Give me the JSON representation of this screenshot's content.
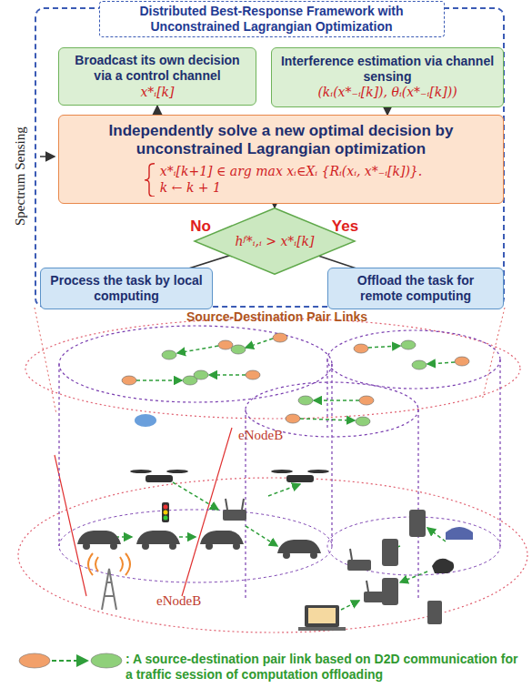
{
  "diagram": {
    "nodes": [
      {
        "text": [
          "Distributed Best-Response Framework with Unconstrained Lagrangian Optimization"
        ]
      },
      {
        "text": [
          "Broadcast its own decision via a control channel",
          "x*ᵢ[k]"
        ],
        "in": 0
      },
      {
        "text": [
          "Interference estimation via channel sensing",
          "(kᵢ(x*₋ᵢ[k]), θᵢ(x*₋ᵢ[k]))"
        ],
        "in": 0
      },
      {
        "text": [
          "Independently solve a new optimal decision by unconstrained Lagrangian optimization",
          "x*ᵢ[k+1] ∈ arg max xᵢ∈Xᵢ {Rᵢ(xᵢ, x*₋ᵢ[k])}.",
          "k ← k + 1"
        ],
        "in": 0
      },
      {
        "text": [
          "hᶠ*ᵢ,ᵢ > x*ᵢ[k]"
        ],
        "in": 0
      },
      {
        "text": [
          "Process the task by local computing"
        ],
        "in": 0
      },
      {
        "text": [
          "Offload the task for remote computing"
        ],
        "in": 0
      }
    ],
    "edges": [
      {
        "from": 3,
        "to": 1,
        "arrow": "to"
      },
      {
        "from": 2,
        "to": 3,
        "arrow": "to"
      },
      {
        "from": 3,
        "to": 4,
        "arrow": "to"
      },
      {
        "from": 4,
        "to": 5,
        "label": "No",
        "arrow": "to"
      },
      {
        "from": 4,
        "to": 6,
        "label": "Yes",
        "arrow": "to"
      }
    ],
    "labels": [
      "Spectrum Sensing",
      "Source-Destination Pair Links",
      "eNodeB",
      "eNodeB"
    ],
    "legend": [
      {
        "text": ": A source-destination pair link based on D2D communication for a traffic session of computation offloading"
      }
    ]
  }
}
